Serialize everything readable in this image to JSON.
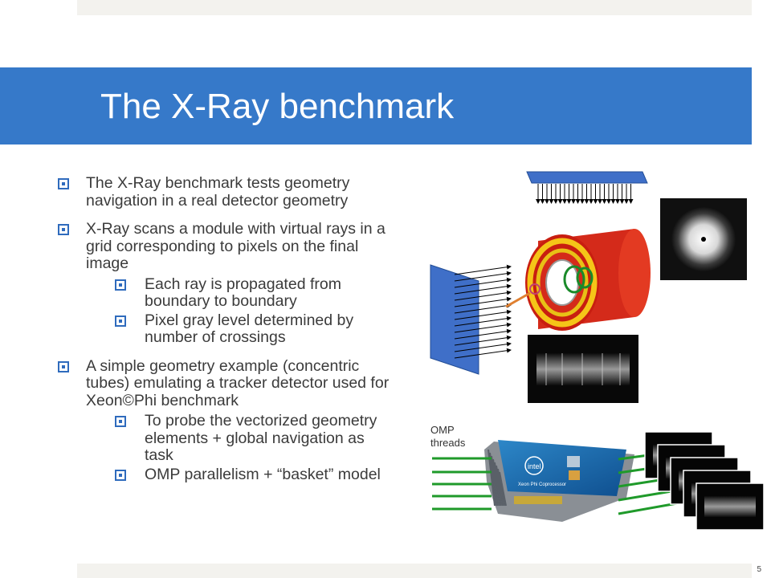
{
  "slide": {
    "title": "The X-Ray benchmark",
    "page_number": "5"
  },
  "bullets": [
    {
      "text": "The X-Ray benchmark tests geometry navigation in a real detector geometry",
      "sub": []
    },
    {
      "text": "X-Ray scans a module with virtual rays in a grid corresponding to pixels on the final image",
      "sub": [
        "Each ray is propagated from boundary to boundary",
        "Pixel gray level determined by number of crossings"
      ]
    },
    {
      "text": "A simple geometry example (concentric tubes) emulating a tracker detector used for Xeon©Phi benchmark",
      "sub": [
        "To probe the vectorized geometry elements + global navigation as task",
        "OMP parallelism + “basket” model"
      ]
    }
  ],
  "figure": {
    "omp_label": "OMP threads",
    "card_label": "Xeon Phi Coprocessor",
    "brand": "intel"
  },
  "colors": {
    "title_band": "#3679c9",
    "bullet": "#2f6bbd",
    "thread_line": "#1f9a2a"
  }
}
